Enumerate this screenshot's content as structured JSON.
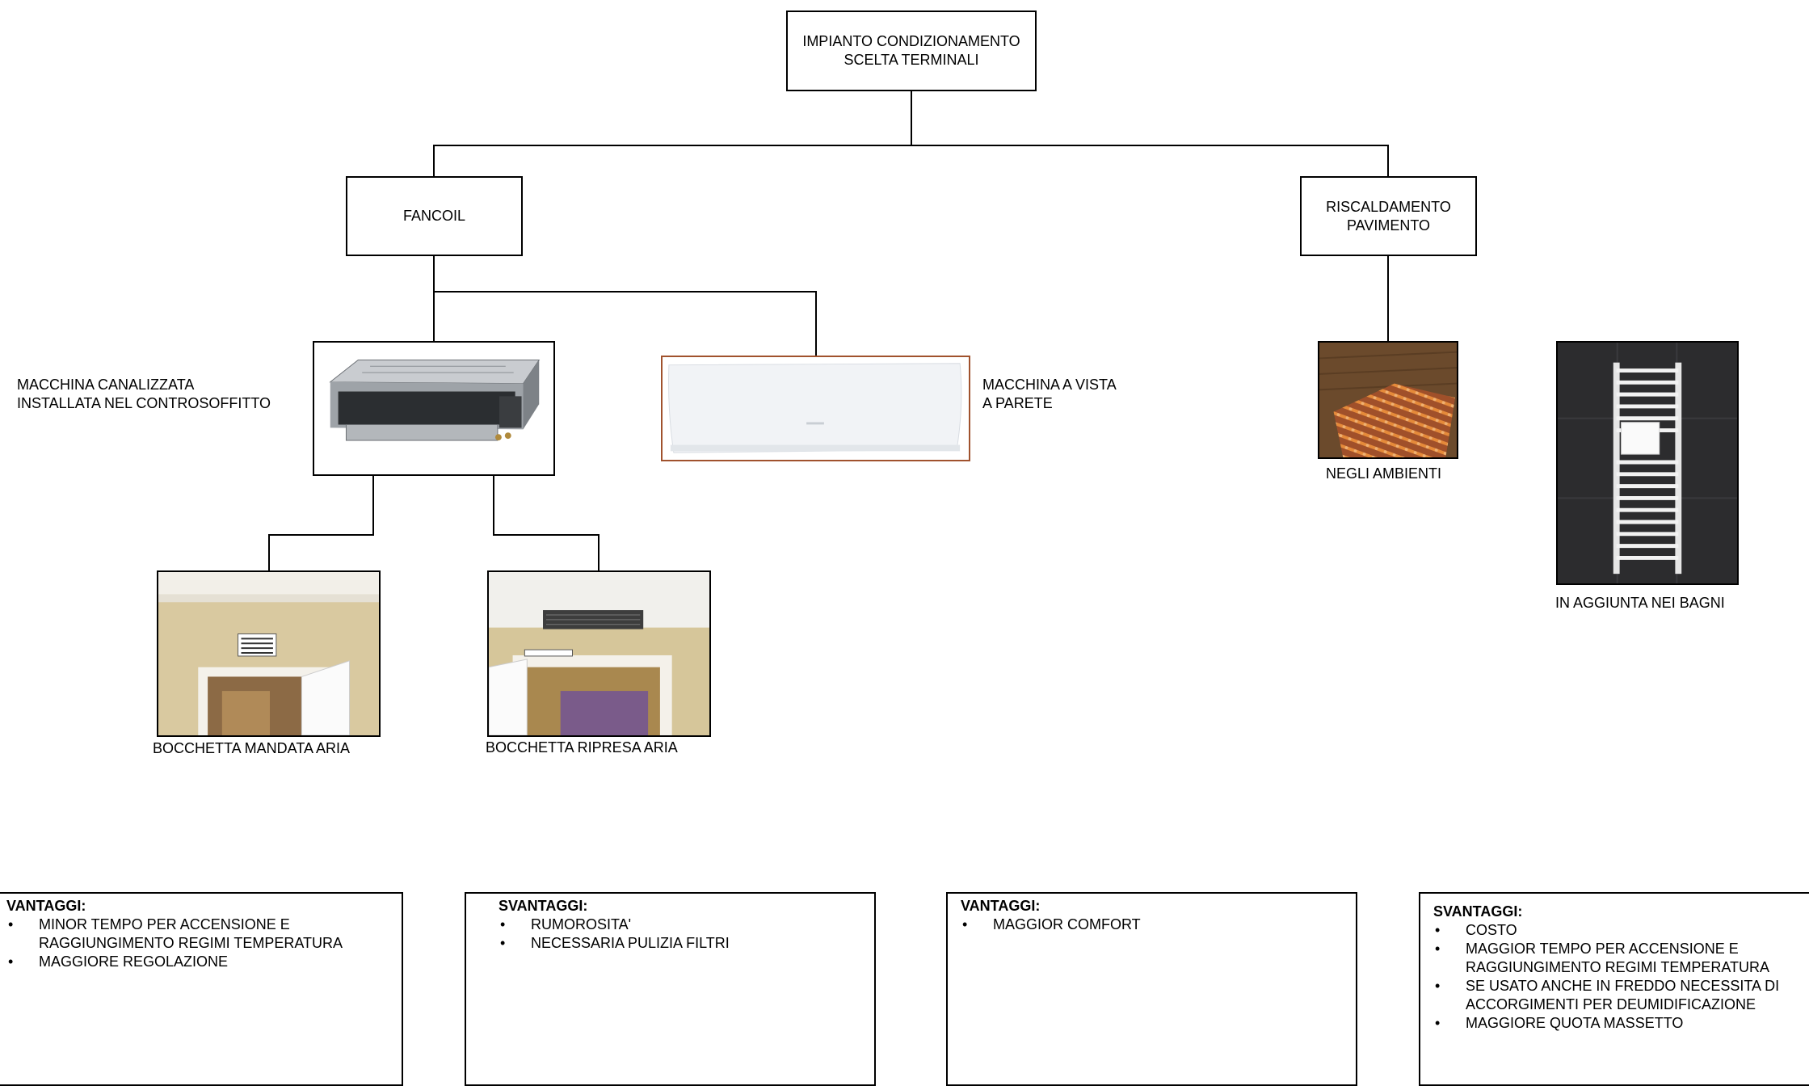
{
  "root": {
    "line1": "IMPIANTO CONDIZIONAMENTO",
    "line2": "SCELTA TERMINALI"
  },
  "fancoil": {
    "label": "FANCOIL"
  },
  "riscaldamento": {
    "line1": "RISCALDAMENTO",
    "line2": "PAVIMENTO"
  },
  "canalizzata": {
    "line1": "MACCHINA CANALIZZATA",
    "line2": "INSTALLATA NEL CONTROSOFFITTO"
  },
  "parete": {
    "line1": "MACCHINA A VISTA",
    "line2": "A PARETE"
  },
  "bocchetta_mandata": {
    "label": "BOCCHETTA MANDATA ARIA"
  },
  "bocchetta_ripresa": {
    "label": "BOCCHETTA RIPRESA ARIA"
  },
  "ambienti": {
    "label": "NEGLI AMBIENTI"
  },
  "bagni": {
    "label": "IN AGGIUNTA NEI BAGNI"
  },
  "panels": [
    {
      "title": "VANTAGGI:",
      "items": [
        {
          "line1": "MINOR TEMPO PER ACCENSIONE E",
          "line2": "RAGGIUNGIMENTO REGIMI TEMPERATURA"
        },
        {
          "line1": "MAGGIORE REGOLAZIONE"
        }
      ]
    },
    {
      "title": "SVANTAGGI:",
      "items": [
        {
          "line1": "RUMOROSITA'"
        },
        {
          "line1": "NECESSARIA PULIZIA FILTRI"
        }
      ]
    },
    {
      "title": "VANTAGGI:",
      "items": [
        {
          "line1": "MAGGIOR COMFORT"
        }
      ]
    },
    {
      "title": "SVANTAGGI:",
      "items": [
        {
          "line1": "COSTO"
        },
        {
          "line1": "MAGGIOR TEMPO PER ACCENSIONE E",
          "line2": "RAGGIUNGIMENTO REGIMI TEMPERATURA"
        },
        {
          "line1": "SE USATO ANCHE IN FREDDO NECESSITA DI",
          "line2": "ACCORGIMENTI PER DEUMIDIFICAZIONE"
        },
        {
          "line1": "MAGGIORE QUOTA MASSETTO"
        }
      ]
    }
  ],
  "colors": {
    "line": "#000000",
    "wall_unit_border": "#a0522d"
  }
}
